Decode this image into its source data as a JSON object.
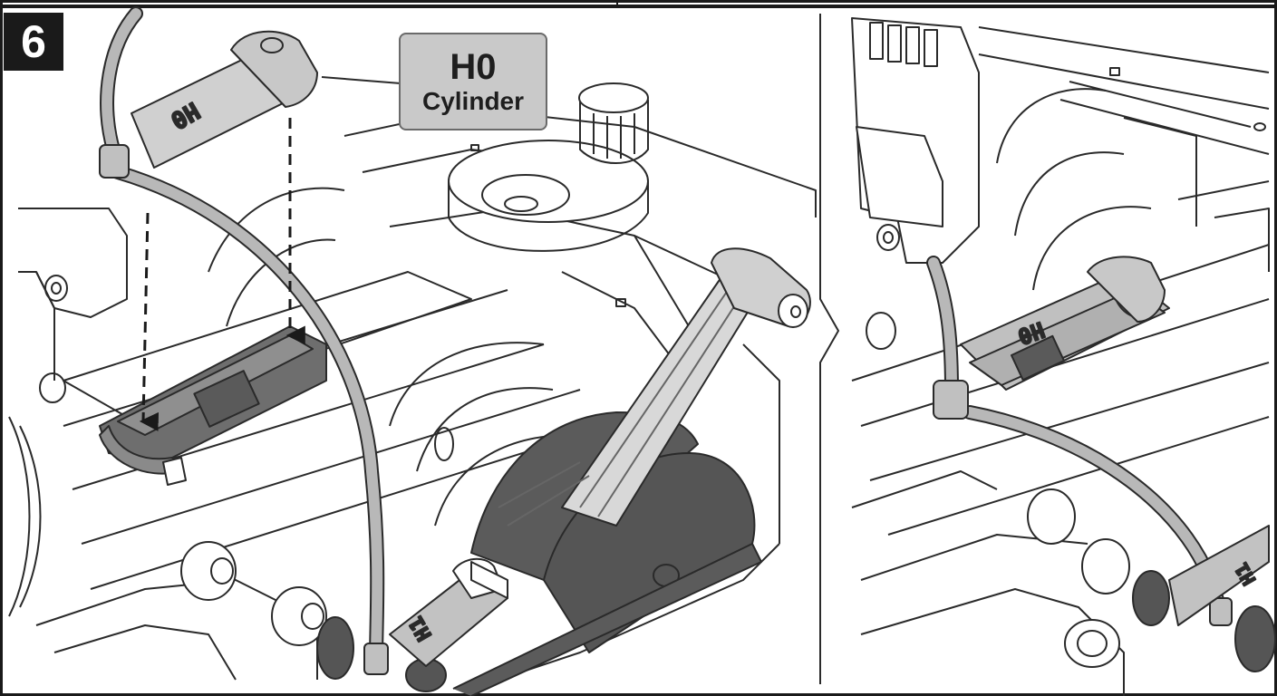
{
  "step": {
    "number": "6"
  },
  "callout": {
    "code": "H0",
    "name": "Cylinder"
  },
  "parts": {
    "cylinder_marking": "H0",
    "roller_marking": "H1"
  },
  "colors": {
    "line": "#2a2a2a",
    "outline": "#1a1a1a",
    "dark_part": "#555555",
    "mid_part": "#8a8a8a",
    "light_part": "#c9c9c9",
    "hose": "#b8b8b8",
    "background": "#ffffff"
  },
  "icons": {
    "panel_separator": "chevron-right-icon",
    "insert_direction": "arrow-down-icon"
  }
}
